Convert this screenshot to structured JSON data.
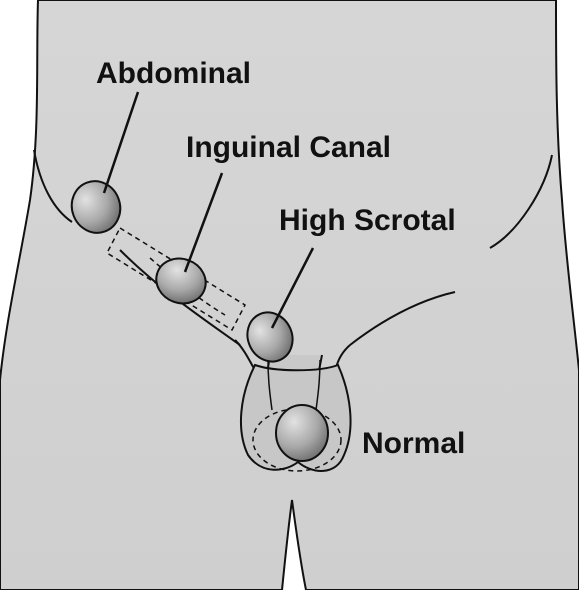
{
  "diagram": {
    "labels": {
      "abdominal": "Abdominal",
      "inguinal_canal": "Inguinal Canal",
      "high_scrotal": "High Scrotal",
      "normal": "Normal"
    }
  },
  "colors": {
    "body_fill": "#d3d3d3",
    "outline": "#111111",
    "testis_highlight": "#e2e2e2",
    "testis_shadow": "#6f6f6f",
    "background": "#ffffff"
  }
}
